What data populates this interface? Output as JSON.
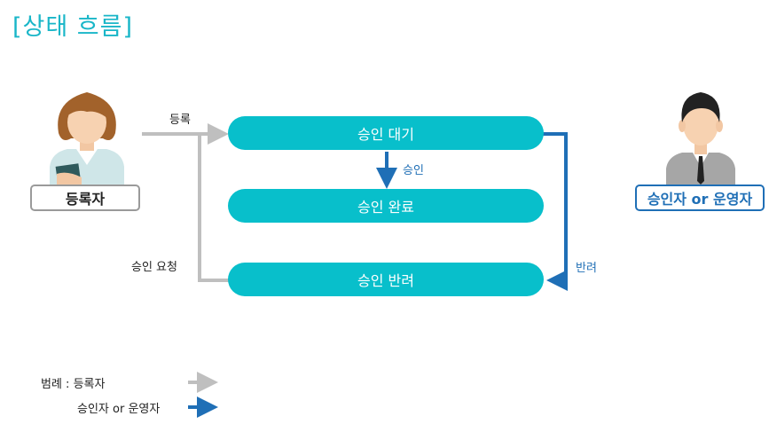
{
  "title": "[상태 흐름]",
  "states": {
    "pending": "승인 대기",
    "approved": "승인 완료",
    "rejected": "승인 반려"
  },
  "edges": {
    "register": "등록",
    "approve": "승인",
    "reject": "반려",
    "request": "승인 요청"
  },
  "actors": {
    "registrant": "등록자",
    "approver": "승인자 or 운영자"
  },
  "legend": {
    "gray_label": "범례 : 등록자",
    "blue_label": "승인자 or 운영자"
  },
  "colors": {
    "title": "#19b6c8",
    "state_fill": "#08bfcb",
    "gray_arrow": "#bfbfbf",
    "blue_arrow": "#1f6fb6"
  }
}
